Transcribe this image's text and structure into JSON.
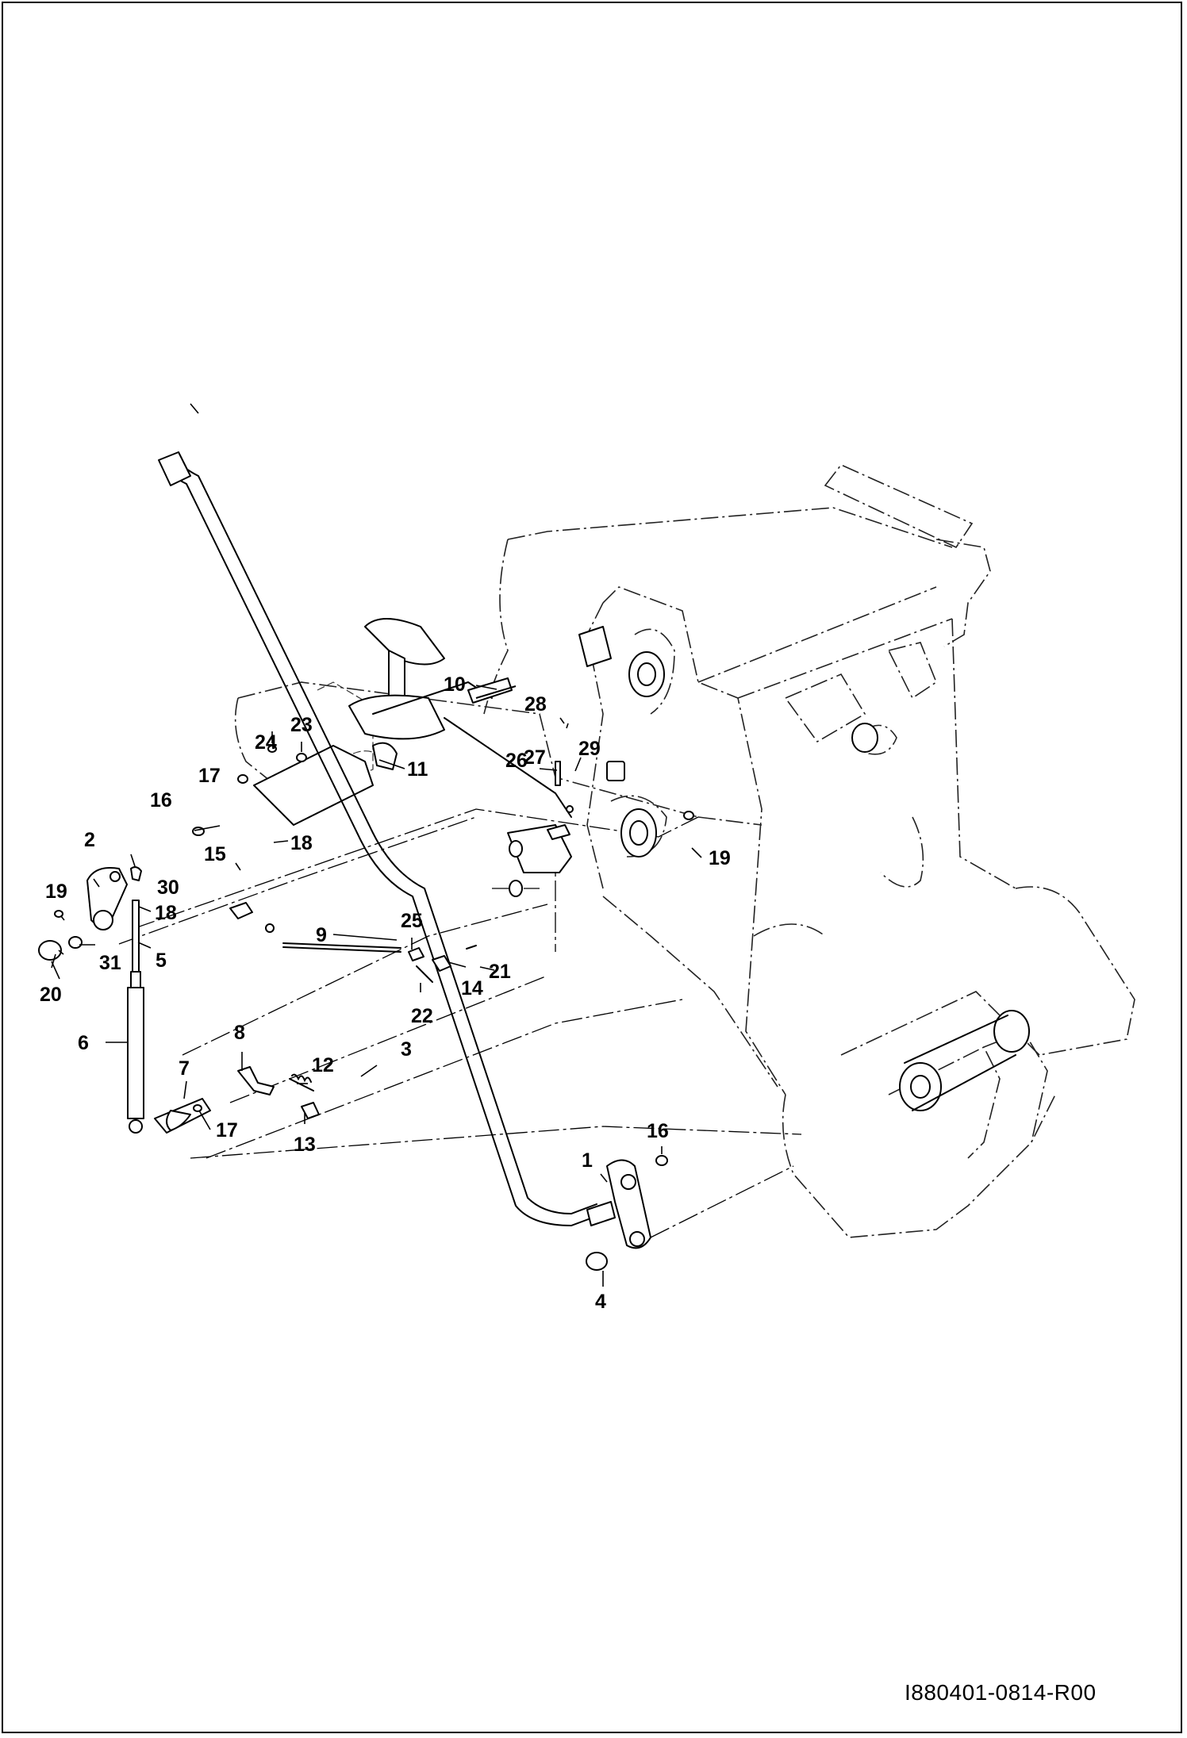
{
  "drawing_number": "I880401-0814-R00",
  "callouts": [
    {
      "id": "c1",
      "label": "1"
    },
    {
      "id": "c2",
      "label": "2"
    },
    {
      "id": "c3",
      "label": "3"
    },
    {
      "id": "c4",
      "label": "4"
    },
    {
      "id": "c5",
      "label": "5"
    },
    {
      "id": "c6",
      "label": "6"
    },
    {
      "id": "c7",
      "label": "7"
    },
    {
      "id": "c8",
      "label": "8"
    },
    {
      "id": "c9",
      "label": "9"
    },
    {
      "id": "c10",
      "label": "10"
    },
    {
      "id": "c11",
      "label": "11"
    },
    {
      "id": "c12",
      "label": "12"
    },
    {
      "id": "c13",
      "label": "13"
    },
    {
      "id": "c14",
      "label": "14"
    },
    {
      "id": "c15",
      "label": "15"
    },
    {
      "id": "c16a",
      "label": "16"
    },
    {
      "id": "c16b",
      "label": "16"
    },
    {
      "id": "c17a",
      "label": "17"
    },
    {
      "id": "c17b",
      "label": "17"
    },
    {
      "id": "c18a",
      "label": "18"
    },
    {
      "id": "c18b",
      "label": "18"
    },
    {
      "id": "c19a",
      "label": "19"
    },
    {
      "id": "c19b",
      "label": "19"
    },
    {
      "id": "c20",
      "label": "20"
    },
    {
      "id": "c21",
      "label": "21"
    },
    {
      "id": "c22",
      "label": "22"
    },
    {
      "id": "c23",
      "label": "23"
    },
    {
      "id": "c24",
      "label": "24"
    },
    {
      "id": "c25",
      "label": "25"
    },
    {
      "id": "c26",
      "label": "26"
    },
    {
      "id": "c27",
      "label": "27"
    },
    {
      "id": "c28",
      "label": "28"
    },
    {
      "id": "c29",
      "label": "29"
    },
    {
      "id": "c30",
      "label": "30"
    },
    {
      "id": "c31",
      "label": "31"
    }
  ]
}
